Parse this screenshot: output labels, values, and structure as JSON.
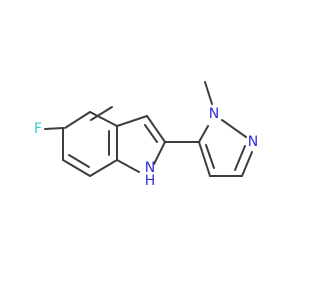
{
  "molecule": {
    "atoms": {
      "fluorine": {
        "label": "F",
        "color": "#33cccc"
      },
      "indole_nh": {
        "label": "H",
        "color": "#2e2ed6"
      },
      "indole_n": {
        "label": "N",
        "color": "#2e2ed6"
      },
      "pyrazole_n1": {
        "label": "N",
        "color": "#2e2ed6"
      },
      "pyrazole_n2": {
        "label": "N",
        "color": "#2e2ed6"
      }
    },
    "bond_color": "#3d3d3d",
    "background": "#ffffff"
  }
}
